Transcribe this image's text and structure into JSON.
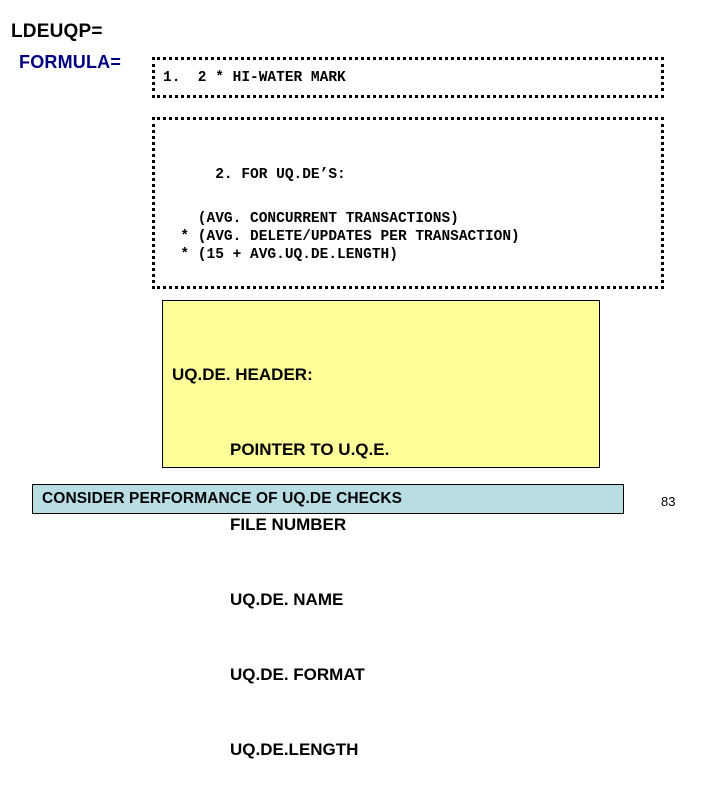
{
  "slide": {
    "page_number": "83",
    "background_color": "#ffffff"
  },
  "title": {
    "main": "LDEUQP=",
    "main_color": "#000000",
    "sub": "FORMULA=",
    "sub_color": "#000080"
  },
  "formula_box_1": {
    "border_style": "dotted",
    "text": "1.  2 * HI-WATER MARK"
  },
  "formula_box_2": {
    "border_style": "dotted",
    "heading": "2. FOR UQ.DE’S:",
    "lines": [
      "    (AVG. CONCURRENT TRANSACTIONS)",
      "  * (AVG. DELETE/UPDATES PER TRANSACTION)",
      "  * (15 + AVG.UQ.DE.LENGTH)"
    ]
  },
  "header_box": {
    "background_color": "#ffff99",
    "title": "UQ.DE. HEADER:",
    "items": [
      "POINTER TO U.Q.E.",
      "FILE NUMBER",
      "UQ.DE. NAME",
      "UQ.DE. FORMAT",
      "UQ.DE.LENGTH"
    ]
  },
  "footer_banner": {
    "background_color": "#b8dde3",
    "text": "CONSIDER PERFORMANCE OF UQ.DE CHECKS"
  }
}
